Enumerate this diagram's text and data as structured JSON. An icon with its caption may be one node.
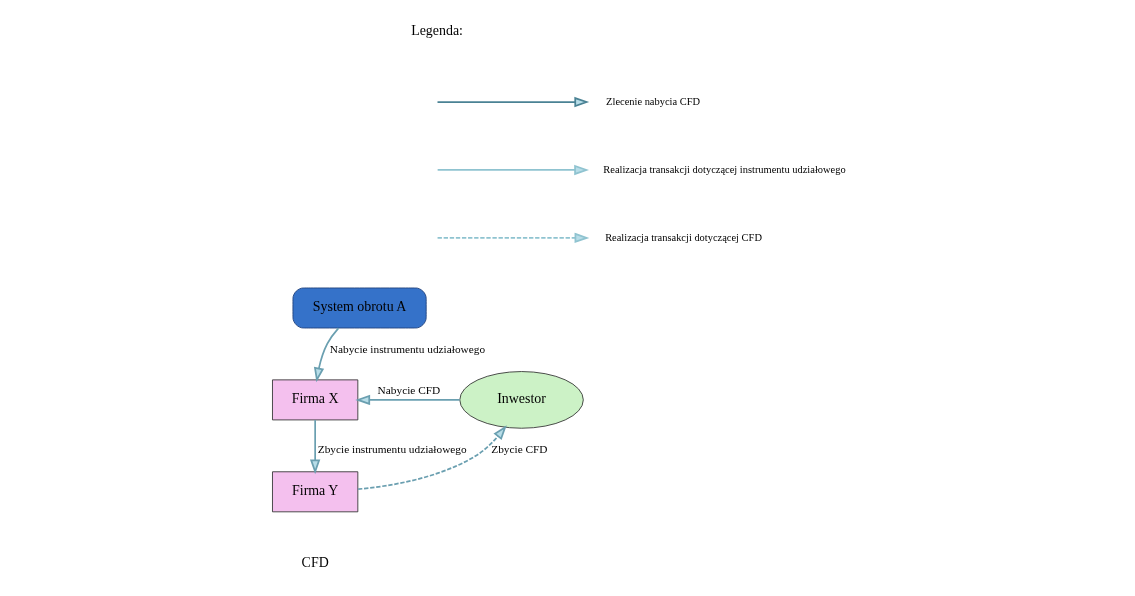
{
  "diagram": {
    "nodes": [
      {
        "text": [
          "System obrotu A"
        ]
      },
      {
        "text": [
          "Inwestor"
        ]
      },
      {
        "text": [
          "Firma X"
        ]
      },
      {
        "text": [
          "Firma Y"
        ]
      }
    ],
    "edges": [
      {
        "from": 1,
        "to": 2,
        "arrow": "to",
        "label": "Nabycie CFD"
      },
      {
        "from": 0,
        "to": 2,
        "arrow": "to",
        "label": "Nabycie instrumentu udziałowego"
      },
      {
        "from": 2,
        "to": 3,
        "arrow": "to",
        "label": "Zbycie instrumentu udziałowego"
      },
      {
        "from": 3,
        "to": 1,
        "arrow": "to",
        "label": "Zbycie CFD",
        "style": "dashed"
      }
    ],
    "labels": [
      "Legenda:",
      "CFD"
    ],
    "legend": [
      {
        "text": "Zlecenie nabycia CFD"
      },
      {
        "text": "Realizacja transakcji dotyczącej instrumentu udziałowego"
      },
      {
        "text": "Realizacja transakcji dotyczącej CFD"
      }
    ]
  }
}
